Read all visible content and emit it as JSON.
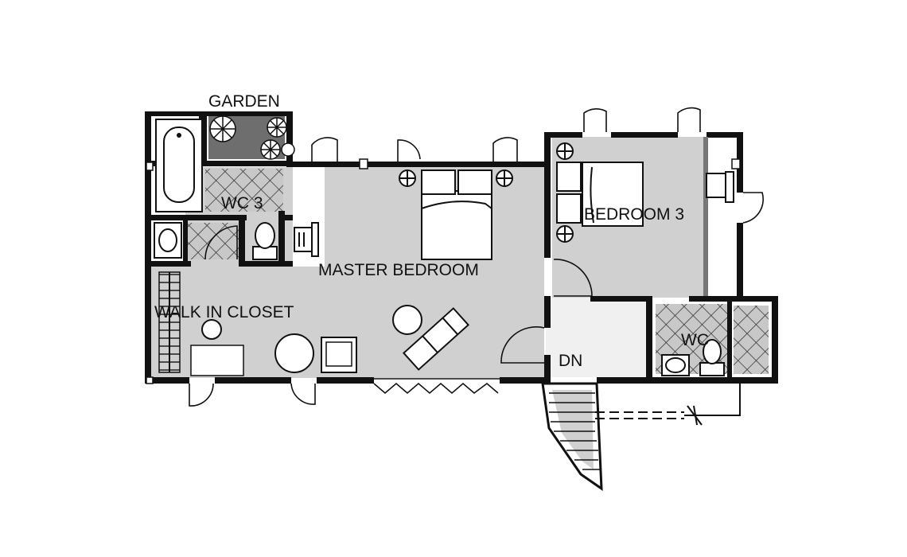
{
  "colors": {
    "wall": "#111111",
    "room_fill": "#d0d0d0",
    "light_fill": "#f0f0f0",
    "garden_fill": "#6e6e6e",
    "tile_fill": "#c4c4c4"
  },
  "labels": {
    "garden": "GARDEN",
    "wc3": "WC 3",
    "master_bedroom": "MASTER BEDROOM",
    "walk_in_closet": "WALK IN CLOSET",
    "bedroom3": "BEDROOM  3",
    "wc": "WC",
    "dn": "DN"
  }
}
